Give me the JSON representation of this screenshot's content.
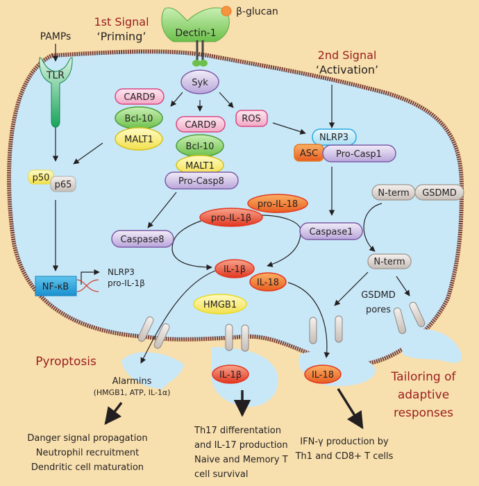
{
  "signals": {
    "first_title": "1st Signal",
    "first_sub": "‘Priming’",
    "second_title": "2nd Signal",
    "second_sub": "‘Activation’"
  },
  "ligands": {
    "pamps": "PAMPs",
    "beta_glucan": "β-glucan"
  },
  "receptors": {
    "tlr": "TLR",
    "dectin": "Dectin-1"
  },
  "proteins": {
    "syk": "Syk",
    "card9_a": "CARD9",
    "bcl10_a": "Bcl-10",
    "malt1_a": "MALT1",
    "card9_b": "CARD9",
    "bcl10_b": "Bcl-10",
    "malt1_b": "MALT1",
    "pro_casp8": "Pro-Casp8",
    "ros": "ROS",
    "nlrp3": "NLRP3",
    "asc": "ASC",
    "pro_casp1": "Pro-Casp1",
    "p50": "p50",
    "p65": "p65",
    "nfkb": "NF-κB",
    "caspase8": "Caspase8",
    "caspase1": "Caspase1",
    "pro_il18": "pro-IL-18",
    "pro_il1b": "pro-IL-1β",
    "il1b": "IL-1β",
    "il18": "IL-18",
    "hmgb1": "HMGB1",
    "nterm_a": "N-term",
    "gsdmd": "GSDMD",
    "nterm_b": "N-term"
  },
  "gene_targets": [
    "NLRP3",
    "pro-IL-1β"
  ],
  "pores_label": [
    "GSDMD",
    "pores"
  ],
  "outcomes": {
    "pyroptosis": "Pyroptosis",
    "tailoring": [
      "Tailoring of",
      "adaptive",
      "responses"
    ],
    "alarmins": "Alarmins",
    "alarmins_sub": "(HMGB1, ATP, IL-1α)",
    "il1b_out": "IL-1β",
    "il18_out": "IL-18",
    "danger": [
      "Danger signal propagation",
      "Neutrophil recruitment",
      "Dendritic cell maturation"
    ],
    "th17": [
      "Th17 differentation",
      "and IL-17 production",
      "Naive and Memory T",
      "cell survival"
    ],
    "ifn": [
      "IFN-γ production by",
      "Th1 and CD8+ T cells"
    ]
  },
  "colors": {
    "background": "#f7dfae",
    "cytoplasm": "#c8e8f8",
    "membrane": "#7a3b2e",
    "accent_red": "#9b1c1c"
  }
}
